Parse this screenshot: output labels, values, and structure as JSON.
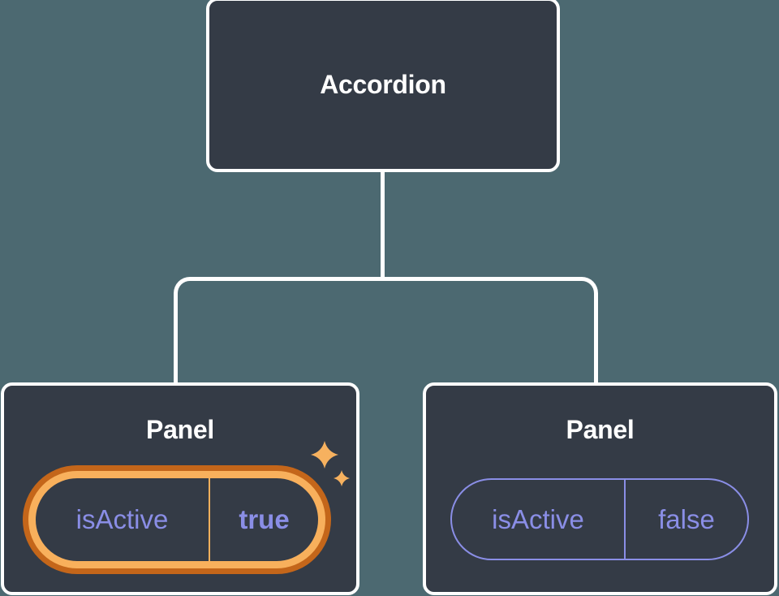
{
  "colors": {
    "background": "#4c6971",
    "node": "#343b46",
    "line": "#ffffff",
    "purple": "#8a8ee6",
    "orange_outer": "#c4661a",
    "orange_inner": "#f8b05c",
    "sparkle": "#f6b15f"
  },
  "diagram": {
    "root": {
      "label": "Accordion"
    },
    "panels": [
      {
        "label": "Panel",
        "prop_name": "isActive",
        "prop_value": "true",
        "highlighted": true
      },
      {
        "label": "Panel",
        "prop_name": "isActive",
        "prop_value": "false",
        "highlighted": false
      }
    ]
  }
}
